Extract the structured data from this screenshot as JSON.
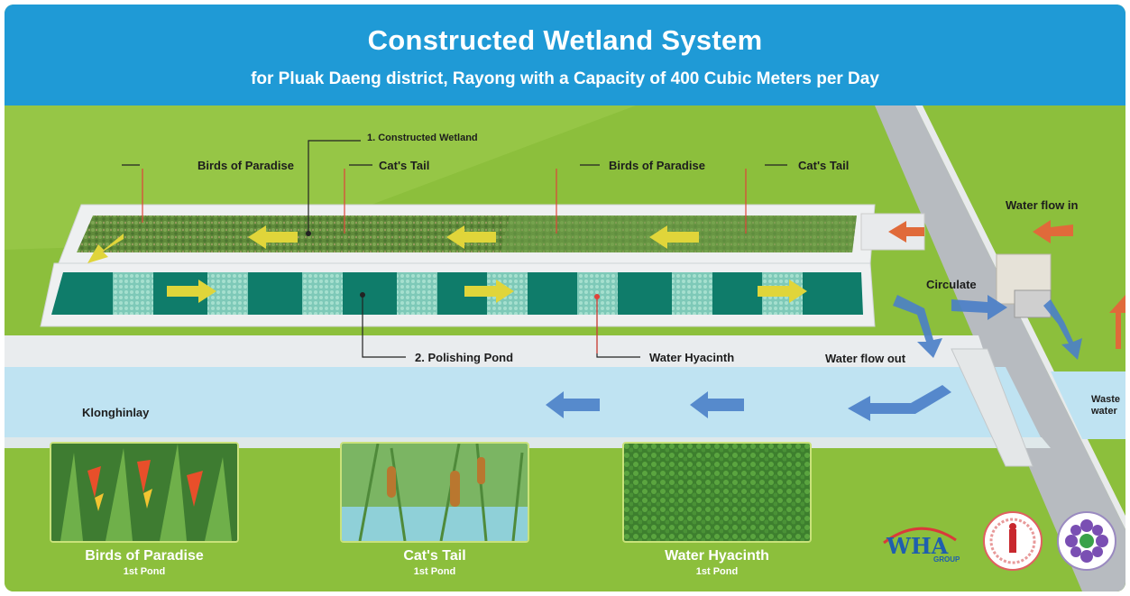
{
  "header": {
    "title": "Constructed Wetland System",
    "subtitle": "for Pluak Daeng district, Rayong with a Capacity of 400 Cubic Meters per Day"
  },
  "labels": {
    "constructed_wetland": "1. Constructed Wetland",
    "birds_of_paradise_1": "Birds of Paradise",
    "cats_tail_1": "Cat's Tail",
    "birds_of_paradise_2": "Birds of Paradise",
    "cats_tail_2": "Cat's Tail",
    "water_flow_in": "Water flow in",
    "circulate": "Circulate",
    "polishing_pond": "2. Polishing Pond",
    "water_hyacinth": "Water Hyacinth",
    "water_flow_out": "Water flow out",
    "klonghinlay": "Klonghinlay",
    "waste_water": "Waste water"
  },
  "plants": [
    {
      "name": "Birds of Paradise",
      "pond": "1st Pond"
    },
    {
      "name": "Cat's Tail",
      "pond": "1st Pond"
    },
    {
      "name": "Water Hyacinth",
      "pond": "1st Pond"
    }
  ],
  "logos": {
    "wha": "WHA",
    "wha_sub": "GROUP"
  },
  "colors": {
    "header_blue": "#1f9ad6",
    "grass_green": "#8fc03f",
    "pond_teal": "#0f7c6a",
    "arrow_yellow": "#e0d53a",
    "arrow_blue": "#4a7fc8",
    "arrow_red": "#e06a3a"
  }
}
